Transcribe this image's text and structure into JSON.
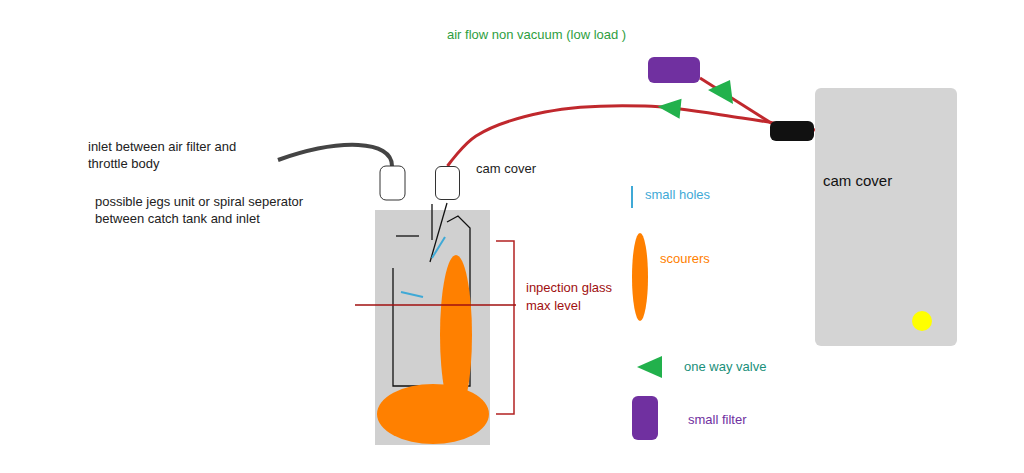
{
  "diagram": {
    "nodes": [
      {
        "text": [
          "cam cover"
        ]
      },
      {
        "text": [
          "cam cover"
        ]
      }
    ],
    "edges": [
      {
        "from": 1,
        "to": 0,
        "arrow": "to"
      }
    ],
    "labels": [
      "air flow non vacuum (low load )",
      "inlet between air filter and throttle body",
      "possible jegs unit or spiral seperator between catch tank and inlet",
      "inpection glass",
      "max level"
    ],
    "legend": [
      {
        "text": "small holes"
      },
      {
        "text": "scourers",
        "color": "#ff8000"
      },
      {
        "text": "one way valve"
      },
      {
        "text": "small filter",
        "color": "#7030a0"
      }
    ]
  }
}
